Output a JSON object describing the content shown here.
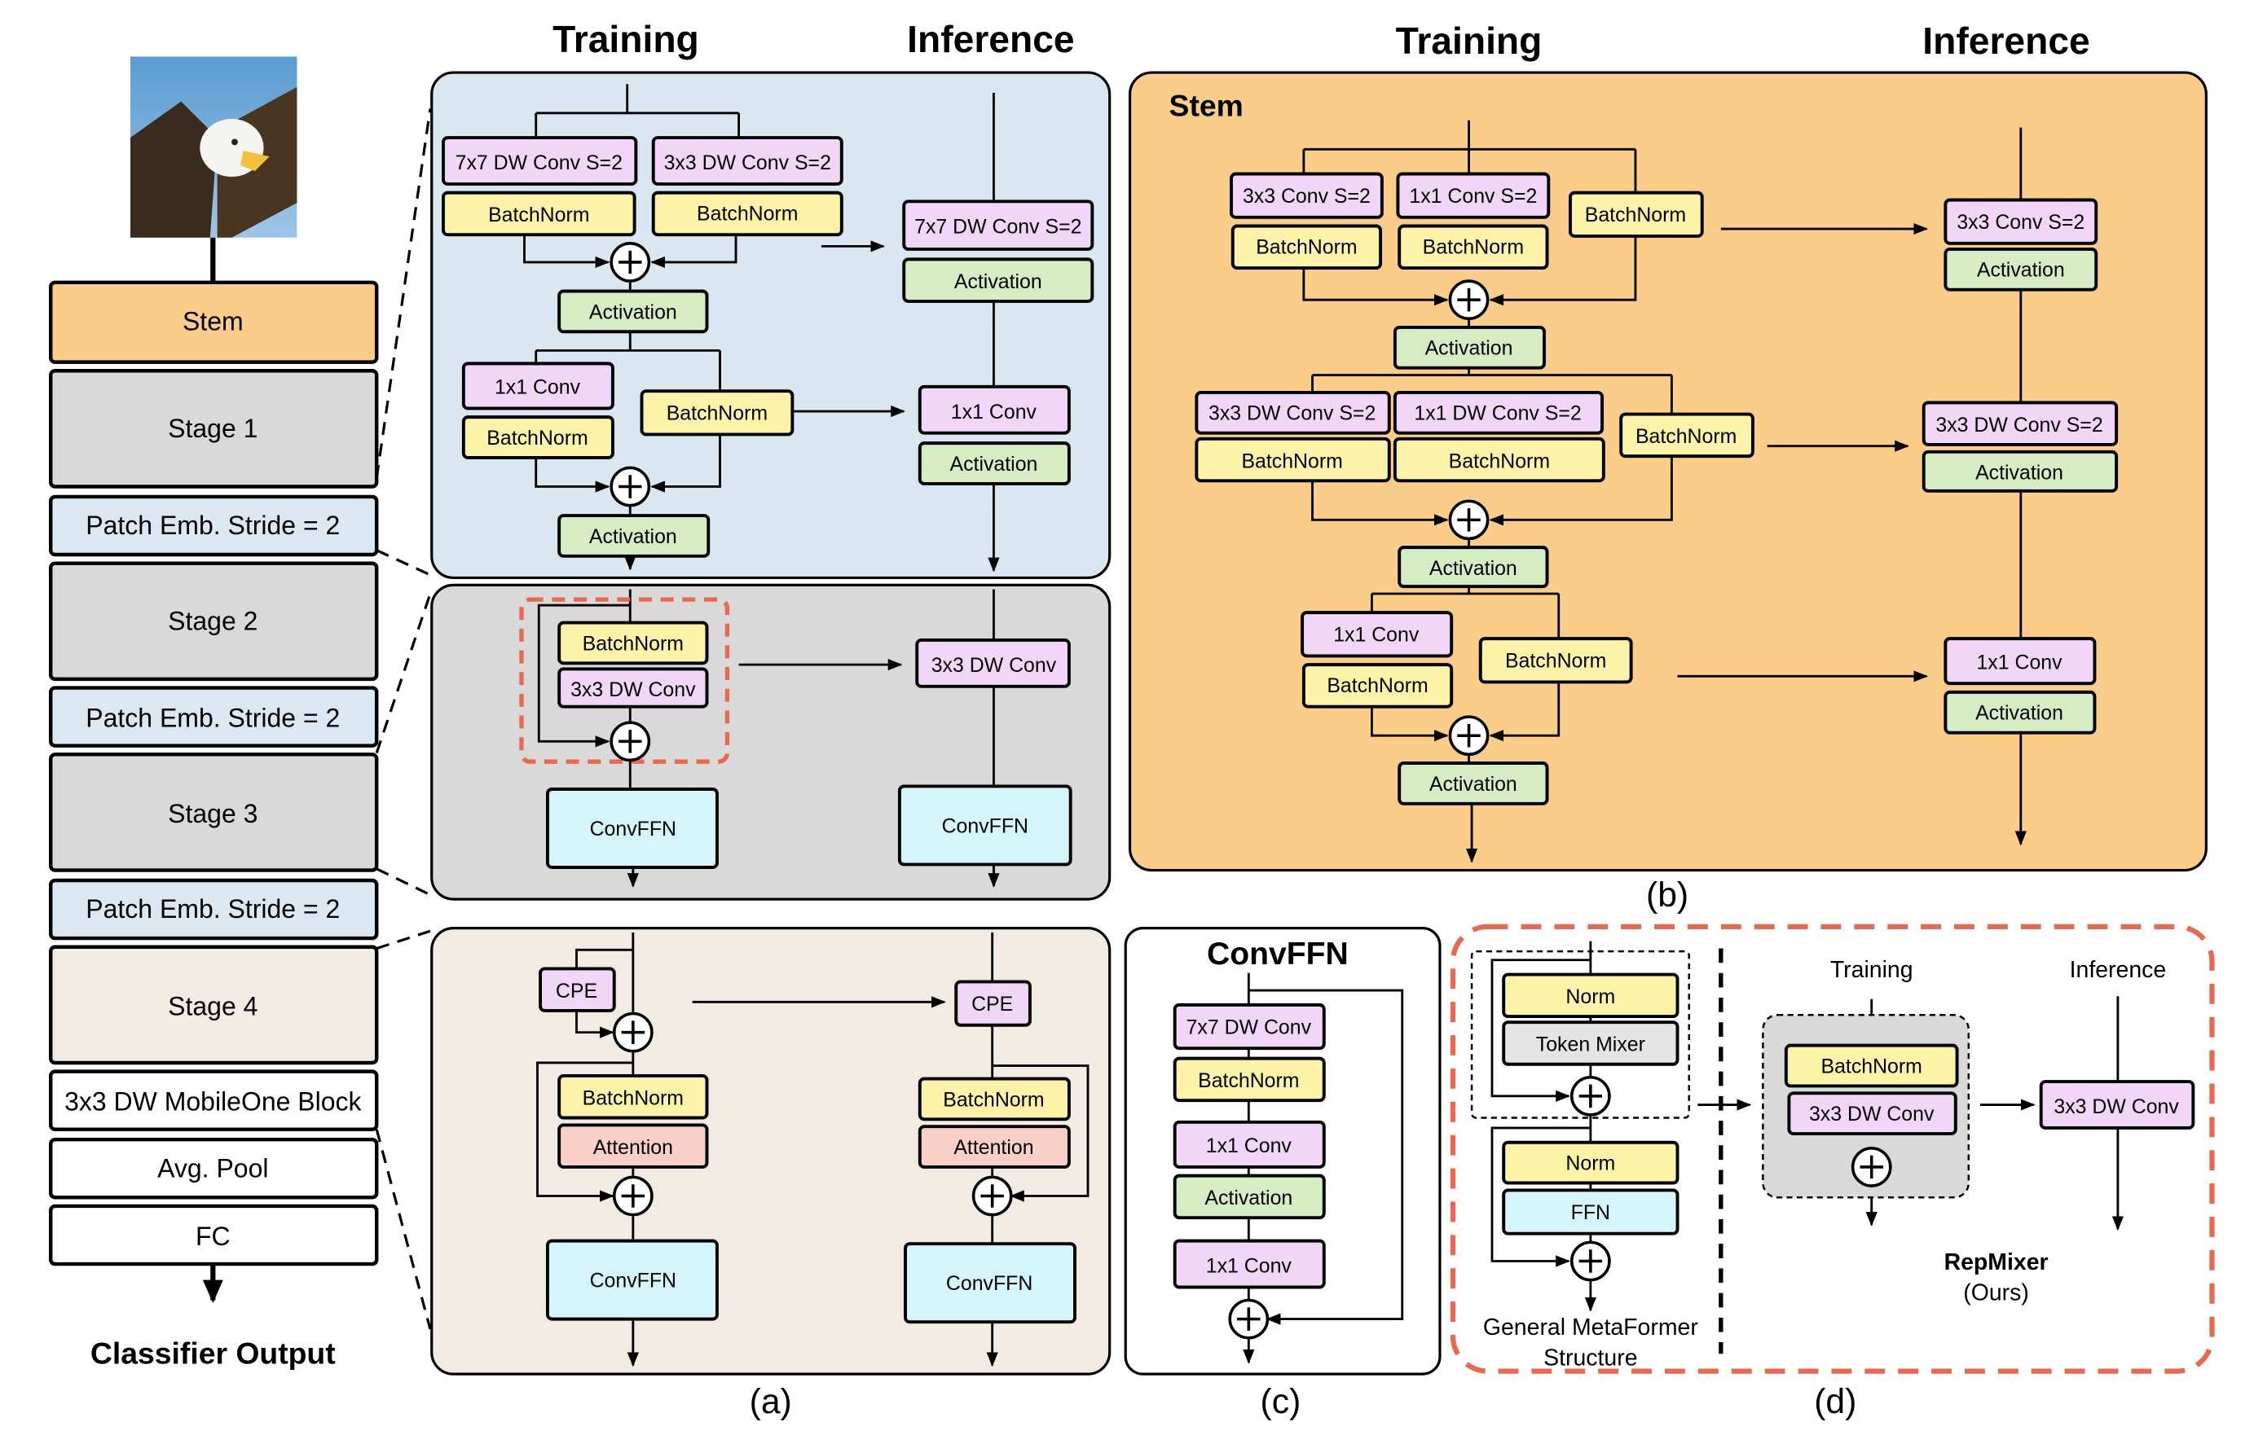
{
  "colors": {
    "stem": "#fbcd88",
    "stage_gray": "#d9d9d9",
    "patch_emb": "#dce8f1",
    "stage4": "#f2ebe3",
    "panel_a1": "#dbe7f0",
    "panel_a2": "#d9d9d9",
    "panel_a3": "#f2ebe3",
    "panel_b": "#fbcd88",
    "conv": "#f2d6f7",
    "batchnorm": "#fdf3a8",
    "activation": "#d6edc4",
    "attention": "#f9d0c8",
    "convffn": "#d4f6fb",
    "norm": "#fdf3a8",
    "token_mixer": "#e4e4e4",
    "dashed_red": "#e8694f"
  },
  "backbone": {
    "blocks": [
      {
        "label": "Stem",
        "color": "stem"
      },
      {
        "label": "Stage 1",
        "color": "stage_gray"
      },
      {
        "label": "Patch Emb. Stride = 2",
        "color": "patch_emb"
      },
      {
        "label": "Stage 2",
        "color": "stage_gray"
      },
      {
        "label": "Patch Emb. Stride = 2",
        "color": "patch_emb"
      },
      {
        "label": "Stage 3",
        "color": "stage_gray"
      },
      {
        "label": "Patch Emb. Stride = 2",
        "color": "patch_emb"
      },
      {
        "label": "Stage 4",
        "color": "stage4"
      },
      {
        "label": "3x3 DW MobileOne Block",
        "color": "white"
      },
      {
        "label": "Avg. Pool",
        "color": "white"
      },
      {
        "label": "FC",
        "color": "white"
      }
    ],
    "output_label": "Classifier Output",
    "input_image": "eagle-photo"
  },
  "panel_a": {
    "header_training": "Training",
    "header_inference": "Inference",
    "caption": "(a)",
    "stage1": {
      "train": {
        "branch1_conv": "7x7 DW Conv S=2",
        "branch1_bn": "BatchNorm",
        "branch2_conv": "3x3 DW Conv S=2",
        "branch2_bn": "BatchNorm",
        "activation1": "Activation",
        "pw_conv": "1x1 Conv",
        "pw_bn": "BatchNorm",
        "skip_bn": "BatchNorm",
        "activation2": "Activation"
      },
      "infer": {
        "conv": "7x7 DW Conv S=2",
        "activation1": "Activation",
        "pw_conv": "1x1 Conv",
        "activation2": "Activation"
      }
    },
    "stage23": {
      "train": {
        "bn": "BatchNorm",
        "conv": "3x3 DW Conv",
        "ffn": "ConvFFN"
      },
      "infer": {
        "conv": "3x3 DW Conv",
        "ffn": "ConvFFN"
      }
    },
    "stage4": {
      "train": {
        "cpe": "CPE",
        "bn": "BatchNorm",
        "attention": "Attention",
        "ffn": "ConvFFN"
      },
      "infer": {
        "cpe": "CPE",
        "bn": "BatchNorm",
        "attention": "Attention",
        "ffn": "ConvFFN"
      }
    }
  },
  "panel_b": {
    "header_training": "Training",
    "header_inference": "Inference",
    "title": "Stem",
    "caption": "(b)",
    "train": {
      "r1_conv_a": "3x3 Conv S=2",
      "r1_bn_a": "BatchNorm",
      "r1_conv_b": "1x1 Conv S=2",
      "r1_bn_b": "BatchNorm",
      "r1_bn_skip": "BatchNorm",
      "act1": "Activation",
      "r2_conv_a": "3x3 DW Conv S=2",
      "r2_bn_a": "BatchNorm",
      "r2_conv_b": "1x1 DW Conv S=2",
      "r2_bn_b": "BatchNorm",
      "r2_bn_skip": "BatchNorm",
      "act2": "Activation",
      "r3_conv": "1x1 Conv",
      "r3_bn": "BatchNorm",
      "r3_bn_skip": "BatchNorm",
      "act3": "Activation"
    },
    "infer": {
      "conv1": "3x3 Conv S=2",
      "act1": "Activation",
      "conv2": "3x3 DW Conv S=2",
      "act2": "Activation",
      "conv3": "1x1 Conv",
      "act3": "Activation"
    }
  },
  "panel_c": {
    "title": "ConvFFN",
    "caption": "(c)",
    "layers": [
      "7x7 DW Conv",
      "BatchNorm",
      "1x1 Conv",
      "Activation",
      "1x1 Conv"
    ]
  },
  "panel_d": {
    "caption": "(d)",
    "metaformer": {
      "norm1": "Norm",
      "token_mixer": "Token Mixer",
      "norm2": "Norm",
      "ffn": "FFN",
      "label_line1": "General MetaFormer",
      "label_line2": "Structure"
    },
    "repmixer": {
      "training": "Training",
      "inference": "Inference",
      "bn": "BatchNorm",
      "conv": "3x3 DW Conv",
      "infer_conv": "3x3 DW Conv",
      "name": "RepMixer",
      "ours": "(Ours)"
    }
  }
}
